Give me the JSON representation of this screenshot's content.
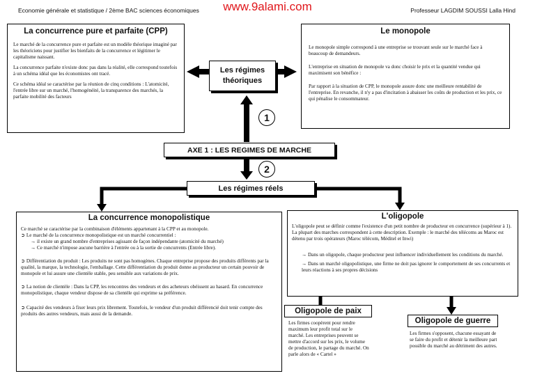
{
  "header": {
    "left": "Economie générale et statistique / 2ème BAC sciences économiques",
    "site": "www.9alami.com",
    "right": "Professeur LAGDIM SOUSSI Lalla Hind"
  },
  "cpp": {
    "title": "La concurrence pure et parfaite (CPP)",
    "p1": "Le marché de la concurrence pure et parfaite est un modèle théorique imaginé par les théoriciens pour justifier les bienfaits de la concurrence et légitimer le capitalisme naissant.",
    "p2": "La concurrence parfaite n'existe donc pas dans la réalité, elle correspond toutefois à un schéma idéal que les économistes ont tracé.",
    "p3": "Ce schéma idéal se caractérise par la réunion de cinq conditions : L'atomicité, l'entrée libre sur un marché, l'homogénéité, la transparence des marchés, la parfaite mobilité des facteurs"
  },
  "monopole": {
    "title": "Le monopole",
    "p1": "Le monopole simple correspond à une entreprise se trouvant seule sur le marché face à beaucoup de demandeurs.",
    "p2": "L'entreprise en situation de monopole va donc choisir le prix et la quantité vendue qui maximisent son bénéfice :",
    "p3": "Par rapport à la situation de CPP, le monopole assure donc une meilleure rentabilité de l'entreprise. En revanche, il n'y a pas d'incitation à abaisser les coûts de production et les prix, ce qui pénalise le consommateur."
  },
  "theoriques": {
    "line1": "Les régimes",
    "line2": "théoriques"
  },
  "num1": "1",
  "num2": "2",
  "axe": "AXE 1 : LES REGIMES DE MARCHE",
  "reels": "Les régimes réels",
  "monopolistique": {
    "title": "La concurrence monopolistique",
    "intro": "Ce marché se caractérise par la combinaison d'éléments appartenant à la CPP et au monopole.",
    "b1": "➲ Le marché de la concurrence monopolistique est un marché concurrentiel :",
    "b1a": "→ il existe un grand nombre d'entreprises agissant de façon indépendante (atomicité du marché)",
    "b1b": "→ Ce marché n'impose aucune barrière à l'entrée ou à la sortie de concurrents (Entrée libre).",
    "b2": "➲ Différentiation du produit : Les produits ne sont pas homogènes. Chaque entreprise propose des produits différents par la qualité, la marque, la technologie, l'emballage. Cette différentiation du produit donne au producteur un certain pouvoir de monopole et lui assure une clientèle stable, peu sensible aux variations de prix.",
    "b3": "➲ La notion de clientèle : Dans la CPP, les rencontres des vendeurs et des acheteurs obéissent au hasard. En concurrence monopolistique, chaque vendeur dispose de sa clientèle qui exprime sa préférence.",
    "b4": "➲ Capacité des vendeurs à fixer leurs prix librement. Toutefois, le vendeur d'un produit différencié doit tenir compte des produits des autres vendeurs, mais aussi de la demande."
  },
  "oligopole": {
    "title": "L'oligopole",
    "p1": "L'oligopole peut se définir comme l'existence d'un petit nombre de producteur en concurrence (supérieur à 1).",
    "p2": "La plupart des marches correspondent à cette description. Exemple : le marché des télécoms au Maroc est détenu par trois opérateurs (Maroc télécom, Méditel et Inwi)",
    "a1": "→ Dans un oligopole, chaque producteur peut influencer individuellement les conditions du marché.",
    "a2": "→ Dans un marché oligopolistique, une firme ne doit pas ignorer le comportement de ses concurrents et leurs réactions à ses propres décisions"
  },
  "paix": {
    "title": "Oligopole de paix",
    "text": "Les firmes coopèrent pour rendre maximum leur profit total sur le marché. Les entreprises peuvent se mettre d'accord sur les prix, le volume de production, le partage du marché. On parle alors de « Cartel »"
  },
  "guerre": {
    "title": "Oligopole de guerre",
    "text": "Les firmes s'opposent, chacune essayant de se faire du profit et détenir la meilleure part possible du marché au détriment des autres."
  }
}
